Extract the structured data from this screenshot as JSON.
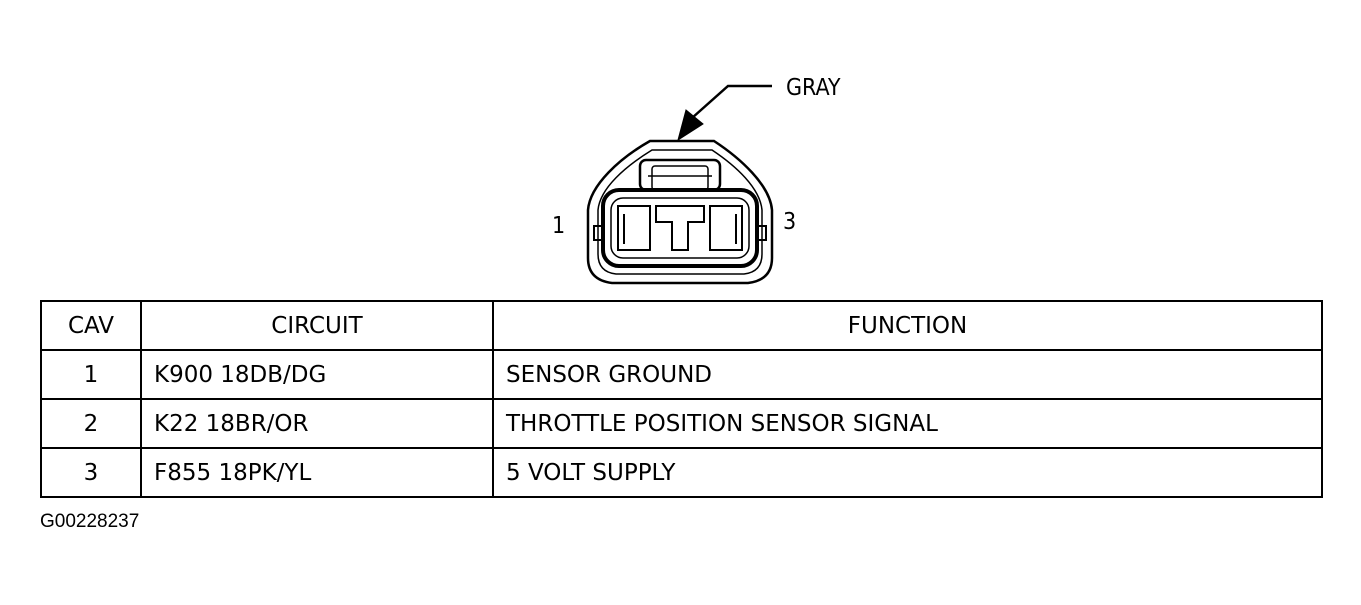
{
  "connector": {
    "color_label": "GRAY",
    "pin_left_label": "1",
    "pin_right_label": "3"
  },
  "table": {
    "headers": [
      "CAV",
      "CIRCUIT",
      "FUNCTION"
    ],
    "rows": [
      {
        "cav": "1",
        "circuit": "K900 18DB/DG",
        "function": "SENSOR GROUND"
      },
      {
        "cav": "2",
        "circuit": "K22 18BR/OR",
        "function": "THROTTLE POSITION SENSOR SIGNAL"
      },
      {
        "cav": "3",
        "circuit": "F855 18PK/YL",
        "function": "5 VOLT SUPPLY"
      }
    ]
  },
  "figure_id": "G00228237"
}
